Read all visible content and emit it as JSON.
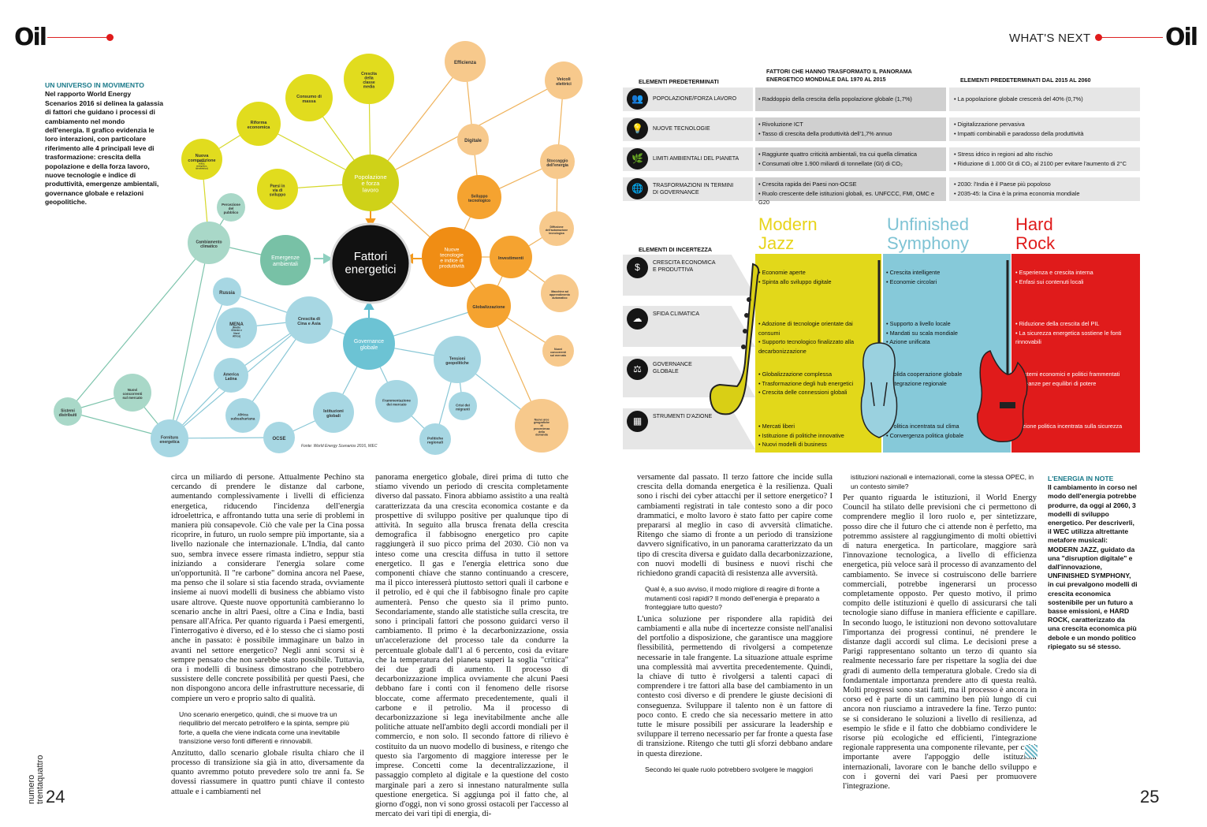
{
  "header": {
    "logo_left": "Oil",
    "logo_right": "Oil",
    "section": "WHAT'S NEXT",
    "page_left": "24",
    "page_right": "25",
    "issue": "numero\ntrentaquattro"
  },
  "intro": {
    "title": "UN UNIVERSO IN MOVIMENTO",
    "body": "Nel rapporto World Energy Scenarios 2016 si delinea la galassia di fattori che guidano i processi di cambiamento nel mondo dell'energia. Il grafico evidenzia le loro interazioni, con particolare riferimento alle 4 principali leve di trasformazione: crescita della popolazione e della forza lavoro, nuove tecnologie e indice di produttività, emergenze ambientali, governance globale e relazioni geopolitiche."
  },
  "diagram": {
    "center": "Fattori energetici",
    "hubs": {
      "pop": "Popolazione e forza lavoro",
      "tech": "Nuove tecnologie e indice di produttività",
      "env": "Emergenze ambientali",
      "gov": "Governance globale"
    },
    "nodes": {
      "crescita_media": "Crescita della classe media",
      "consumo": "Consumo di massa",
      "riforma": "Riforma economica",
      "competizione": "Nuova competizione",
      "competizione_sub": "(solare, eolico, energetico, idroelettrico)",
      "paesi_via": "Paesi in via di sviluppo",
      "percezione": "Percezione del pubblico",
      "cambiamento": "Cambiamento climatico",
      "russia": "Russia",
      "mena": "MENA",
      "mena_sub": "(Medio Oriente e Nord Africa)",
      "america": "America Latina",
      "africa": "Africa subsahariana",
      "ocse": "OCSE",
      "istituzioni": "Istituzioni globali",
      "cina": "Crescita di Cina e Asia",
      "sistemi": "Sistemi distribuiti",
      "concorrenti": "Nuovi concorrenti sul mercato",
      "fornitura": "Fornitura energetica",
      "efficienza": "Efficienza",
      "veicoli": "Veicoli elettrici",
      "digitale": "Digitale",
      "stoccaggio": "Stoccaggio dell'energia",
      "sviluppo": "Sviluppo tecnologico",
      "diffusione": "Diffusione dell'automazione tecnologica",
      "investimenti": "Investimenti",
      "macchine": "Macchine ad apprendimento automatico",
      "globalizzazione": "Globalizzazione",
      "nuovi_concorrenti_r": "Nuovi concorrenti sul mercato",
      "tensioni": "Tensioni geopolitiche",
      "frammentazione": "Frammentazione dei mercato",
      "crisi": "Crisi dei migranti",
      "politiche": "Politiche regionali",
      "aree": "Nuove aree geografiche di provenienza della domanda"
    },
    "source": "Fonte: World Energy Scenarios 2016, WEC"
  },
  "col1": {
    "p1": "circa un miliardo di persone. Attualmente Pechino sta cercando di prendere le distanze dal carbone, aumentando complessivamente i livelli di efficienza energetica, riducendo l'incidenza dell'energia idroelettrica, e affrontando tutta una serie di problemi in maniera più consapevole. Ciò che vale per la Cina possa ricoprire, in futuro, un ruolo sempre più importante, sia a livello nazionale che internazionale. L'India, dal canto suo, sembra invece essere rimasta indietro, seppur stia iniziando a considerare l'energia solare come un'opportunità. Il \"re carbone\" domina ancora nel Paese, ma penso che il solare si stia facendo strada, ovviamente insieme ai nuovi modelli di business che abbiamo visto usare altrove. Queste nuove opportunità cambieranno lo scenario anche in altri Paesi, oltre a Cina e India, basti pensare all'Africa. Per quanto riguarda i Paesi emergenti, l'interrogativo è diverso, ed è lo stesso che ci siamo posti anche in passato: è possibile immaginare un balzo in avanti nel settore energetico? Negli anni scorsi si è sempre pensato che non sarebbe stato possibile. Tuttavia, ora i modelli di business dimostrano che potrebbero sussistere delle concrete possibilità per questi Paesi, che non dispongono ancora delle infrastrutture necessarie, di compiere un vero e proprio salto di qualità.",
    "quote": "Uno scenario energetico, quindi, che si muove tra un riequilibrio del mercato petrolifero e la spinta, sempre più forte, a quella che viene indicata come una inevitabile transizione verso fonti differenti e rinnovabili.",
    "p2": "Anzitutto, dallo scenario globale risulta chiaro che il processo di transizione sia già in atto, diversamente da quanto avremmo potuto prevedere solo tre anni fa. Se dovessi riassumere in quattro punti chiave il contesto attuale e i cambiamenti nel"
  },
  "col2": {
    "p1": "panorama energetico globale, direi prima di tutto che stiamo vivendo un periodo di crescita completamente diverso dal passato. Finora abbiamo assistito a una realtà caratterizzata da una crescita economica costante e da prospettive di sviluppo positive per qualunque tipo di attività. In seguito alla brusca frenata della crescita demografica il fabbisogno energetico pro capite raggiungerà il suo picco prima del 2030. Ciò non va inteso come una crescita diffusa in tutto il settore energetico. Il gas e l'energia elettrica sono due componenti chiave che stanno continuando a crescere, ma il picco interesserà piuttosto settori quali il carbone e il petrolio, ed è qui che il fabbisogno finale pro capite aumenterà. Penso che questo sia il primo punto. Secondariamente, stando alle statistiche sulla crescita, tre sono i principali fattori che possono guidarci verso il cambiamento. Il primo è la decarbonizzazione, ossia un'accelerazione del processo tale da condurre la percentuale globale dall'1 al 6 percento, così da evitare che la temperatura del pianeta superi la soglia \"critica\" dei due gradi di aumento. Il processo di decarbonizzazione implica ovviamente che alcuni Paesi debbano fare i conti con il fenomeno delle risorse bloccate, come affermato precedentemente, quali il carbone e il petrolio. Ma il processo di decarbonizzazione si lega inevitabilmente anche alle politiche attuate nell'ambito degli accordi mondiali per il commercio, e non solo. Il secondo fattore di rilievo è costituito da un nuovo modello di business, e ritengo che questo sia l'argomento di maggiore interesse per le imprese. Concetti come la decentralizzazione, il passaggio completo al digitale e la questione del costo marginale pari a zero si innestano naturalmente sulla questione energetica. Si aggiunga poi il fatto che, al giorno d'oggi, non vi sono grossi ostacoli per l'accesso al mercato dei vari tipi di energia, di-"
  },
  "col3": {
    "p1": "versamente dal passato. Il terzo fattore che incide sulla crescita della domanda energetica è la resilienza. Quali sono i rischi dei cyber attacchi per il settore energetico? I cambiamenti registrati in tale contesto sono a dir poco drammatici, e molto lavoro è stato fatto per capire come prepararsi al meglio in caso di avversità climatiche. Ritengo che siamo di fronte a un periodo di transizione davvero significativo, in un panorama caratterizzato da un tipo di crescita diversa e guidato dalla decarbonizzazione, con nuovi modelli di business e nuovi rischi che richiedono grandi capacità di resistenza alle avversità.",
    "quote": "Qual è, a suo avviso, il modo migliore di reagire di fronte a mutamenti così rapidi? Il mondo dell'energia è preparato a fronteggiare tutto questo?",
    "p2": "L'unica soluzione per rispondere alla rapidità dei cambiamenti e alla nube di incertezze consiste nell'analisi del portfolio a disposizione, che garantisce una maggiore flessibilità, permettendo di rivolgersi a competenze necessarie in tale frangente. La situazione attuale esprime una complessità mai avvertita precedentemente. Quindi, la chiave di tutto è rivolgersi a talenti capaci di comprendere i tre fattori alla base del cambiamento in un contesto così diverso e di prendere le giuste decisioni di conseguenza. Sviluppare il talento non è un fattore di poco conto. E credo che sia necessario mettere in atto tutte le misure possibili per assicurare la leadership e sviluppare il terreno necessario per far fronte a questa fase di transizione. Ritengo che tutti gli sforzi debbano andare in questa direzione.",
    "quote2": "Secondo lei quale ruolo potrebbero svolgere le maggiori"
  },
  "col4": {
    "quote": "istituzioni nazionali e internazionali, come la stessa OPEC, in un contesto simile?",
    "p1": "Per quanto riguarda le istituzioni, il World Energy Council ha stilato delle previsioni che ci permettono di comprendere meglio il loro ruolo e, per sintetizzare, posso dire che il futuro che ci attende non è perfetto, ma potremmo assistere al raggiungimento di molti obiettivi di natura energetica. In particolare, maggiore sarà l'innovazione tecnologica, a livello di efficienza energetica, più veloce sarà il processo di avanzamento del cambiamento. Se invece si costruiscono delle barriere commerciali, potrebbe ingenerarsi un processo completamente opposto. Per questo motivo, il primo compito delle istituzioni è quello di assicurarsi che tali tecnologie siano diffuse in maniera efficiente e capillare. In secondo luogo, le istituzioni non devono sottovalutare l'importanza dei progressi continui, né prendere le distanze dagli accordi sul clima. Le decisioni prese a Parigi rappresentano soltanto un terzo di quanto sia realmente necessario fare per rispettare la soglia dei due gradi di aumento della temperatura globale. Credo sia di fondamentale importanza prendere atto di questa realtà. Molti progressi sono stati fatti, ma il processo è ancora in corso ed è parte di un cammino ben più lungo di cui ancora non riusciamo a intravedere la fine. Terzo punto: se si considerano le soluzioni a livello di resilienza, ad esempio le sfide e il fatto che dobbiamo condividere le risorse più ecologiche ed efficienti, l'integrazione regionale rappresenta una componente rilevante, per cui è importante avere l'appoggio delle istituzioni internazionali, lavorare con le banche dello sviluppo e con i governi dei vari Paesi per promuovere l'integrazione."
  },
  "sidebar_right": {
    "title": "L'ENERGIA IN NOTE",
    "body": "Il cambiamento in corso nel modo dell'energia potrebbe produrre, da oggi al 2060, 3 modelli di sviluppo energetico. Per descriverli, il WEC utilizza altrettante metafore musicali: MODERN JAZZ, guidato da una \"disruption digitale\" e dall'innovazione, UNFINISHED SYMPHONY, in cui prevalgono modelli di crescita economica sostenibile per un futuro a basse emissioni, e HARD ROCK, caratterizzato da una crescita economica più debole e un mondo politico ripiegato su sé stesso."
  },
  "table": {
    "h_pre": "ELEMENTI PREDETERMINATI",
    "h_mid": "FATTORI CHE HANNO TRASFORMATO IL PANORAMA ENERGETICO MONDIALE DAL 1970 AL 2015",
    "h_right": "ELEMENTI PREDETERMINATI DAL 2015 AL 2060",
    "rows": [
      {
        "label": "POPOLAZIONE/FORZA LAVORO",
        "past": [
          "Raddoppio della crescita della popolazione globale (1,7%)"
        ],
        "future": [
          "La popolazione globale crescerà del 40% (0,7%)"
        ]
      },
      {
        "label": "NUOVE TECNOLOGIE",
        "past": [
          "Rivoluzione ICT",
          "Tasso di crescita della produttività dell'1,7% annuo"
        ],
        "future": [
          "Digitalizzazione pervasiva",
          "Impatti combinabili e paradosso della produttività"
        ]
      },
      {
        "label": "LIMITI AMBIENTALI DEL PIANETA",
        "past": [
          "Raggiunte quattro criticità ambientali, tra cui quella climatica",
          "Consumati oltre 1.900 miliardi di tonnellate (Gt) di CO₂"
        ],
        "future": [
          "Stress idrico in regioni ad alto rischio",
          "Riduzione di 1.000 Gt di CO₂ al 2100 per evitare l'aumento di 2°C"
        ]
      },
      {
        "label": "TRASFORMAZIONI IN TERMINI DI GOVERNANCE",
        "past": [
          "Crescita rapida dei Paesi non-OCSE",
          "Ruolo crescente delle istituzioni globali, es. UNFCCC, FMI, OMC e G20"
        ],
        "future": [
          "2030: l'India è il Paese più popoloso",
          "2035-45: la Cina è la prima economia mondiale"
        ]
      }
    ],
    "h_unc": "ELEMENTI DI INCERTEZZA",
    "scenarios": [
      {
        "l1": "Modern",
        "l2": "Jazz",
        "color": "#e2d81a"
      },
      {
        "l1": "Unfinished",
        "l2": "Symphony",
        "color": "#86c9d9"
      },
      {
        "l1": "Hard",
        "l2": "Rock",
        "color": "#e01b1b"
      }
    ],
    "unc": [
      {
        "label": "CRESCITA ECONOMICA E PRODUTTIVA",
        "jazz": [
          "Economie aperte",
          "Spinta allo sviluppo digitale"
        ],
        "sym": [
          "Crescita intelligente",
          "Economie circolari"
        ],
        "rock": [
          "Esperienza e crescita interna",
          "Enfasi sui contenuti locali"
        ]
      },
      {
        "label": "SFIDA CLIMATICA",
        "jazz": [
          "Adozione di tecnologie orientate dai consumi",
          "Supporto tecnologico finalizzato alla decarbonizzazione"
        ],
        "sym": [
          "Supporto a livello locale",
          "Mandati su scala mondiale",
          "Azione unificata"
        ],
        "rock": [
          "Riduzione della crescita del PIL",
          "La sicurezza energetica sostiene le fonti rinnovabili"
        ]
      },
      {
        "label": "GOVERNANCE GLOBALE",
        "jazz": [
          "Globalizzazione complessa",
          "Trasformazione degli hub energetici",
          "Crescita delle connessioni globali"
        ],
        "sym": [
          "Solida cooperazione globale",
          "Integrazione regionale"
        ],
        "rock": [
          "Sistemi economici e politici frammentati",
          "Alleanze per equilibri di potere"
        ]
      },
      {
        "label": "STRUMENTI D'AZIONE",
        "jazz": [
          "Mercati liberi",
          "Istituzione di politiche innovative",
          "Nuovi modelli di business"
        ],
        "sym": [
          "Politica incentrata sul clima",
          "Convergenza politica globale"
        ],
        "rock": [
          "Azione politica incentrata sulla sicurezza"
        ]
      }
    ]
  }
}
